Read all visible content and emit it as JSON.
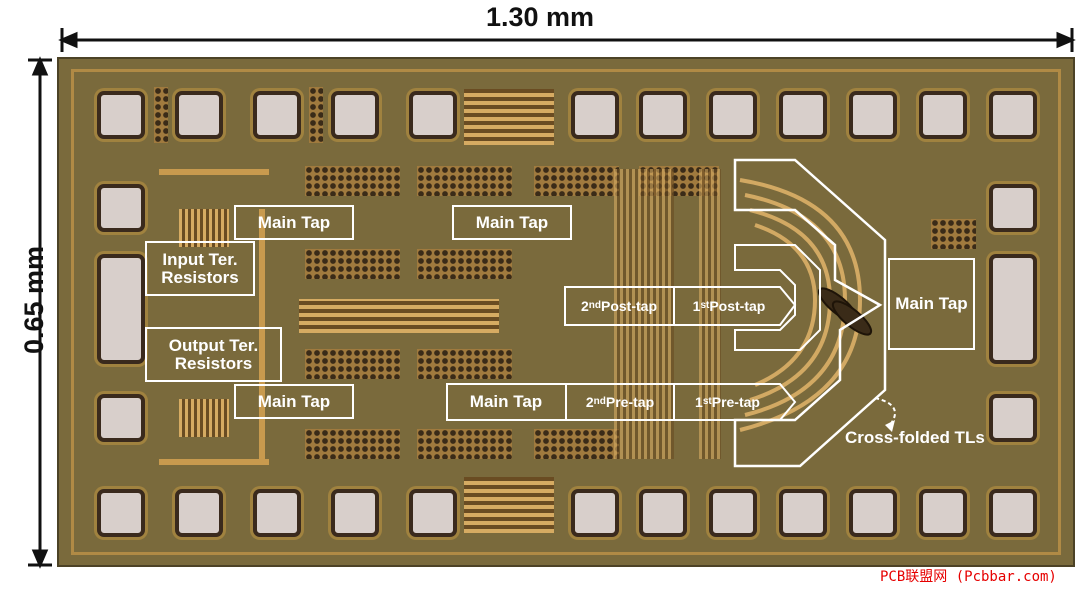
{
  "dimensions": {
    "width": "1.30 mm",
    "height": "0.65 mm"
  },
  "labels": {
    "main_tap_1": "Main Tap",
    "main_tap_2": "Main Tap",
    "main_tap_3": "Main Tap",
    "main_tap_4": "Main Tap",
    "main_tap_right": "Main Tap",
    "input_ter": "Input Ter. Resistors",
    "output_ter": "Output Ter. Resistors",
    "post_tap_2": {
      "n": "2",
      "sup": "nd",
      "text": " Post-tap"
    },
    "post_tap_1": {
      "n": "1",
      "sup": "st",
      "text": " Post-tap"
    },
    "pre_tap_2": {
      "n": "2",
      "sup": "nd",
      "text": " Pre-tap"
    },
    "pre_tap_1": {
      "n": "1",
      "sup": "st",
      "text": " Pre-tap"
    },
    "cross_folded": "Cross-folded TLs"
  },
  "watermark": "PCB联盟网 (Pcbbar.com)",
  "colors": {
    "chip": "#7a6a3c",
    "pad": "#d8cfcb",
    "label": "#ffffff",
    "watermark": "#e60000"
  }
}
